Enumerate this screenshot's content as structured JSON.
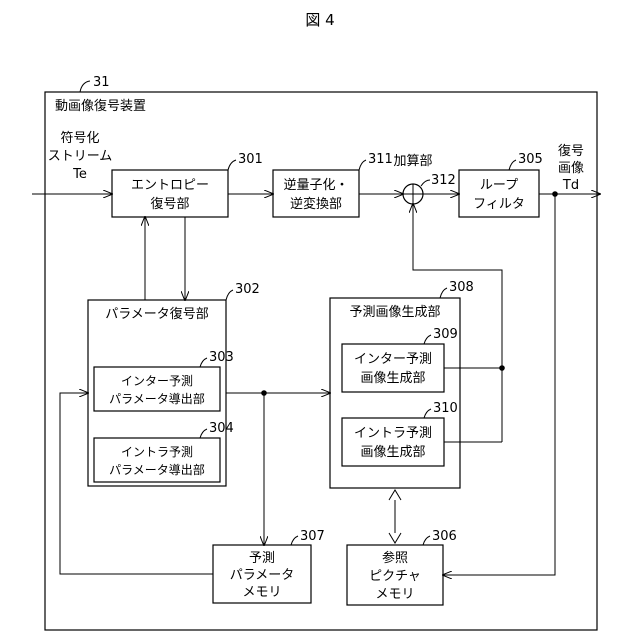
{
  "figure_title": "図 4",
  "device": {
    "ref": "31",
    "label": "動画像復号装置"
  },
  "input": {
    "lines": [
      "符号化",
      "ストリーム",
      "Te"
    ]
  },
  "output": {
    "lines": [
      "復号",
      "画像",
      "Td"
    ]
  },
  "adder": {
    "label": "加算部",
    "ref": "312"
  },
  "blocks": {
    "entropy": {
      "ref": "301",
      "lines": [
        "エントロピー",
        "復号部"
      ]
    },
    "dequant": {
      "ref": "311",
      "lines": [
        "逆量子化・",
        "逆変換部"
      ]
    },
    "loop_filter": {
      "ref": "305",
      "lines": [
        "ループ",
        "フィルタ"
      ]
    },
    "param_decoder": {
      "ref": "302",
      "lines": [
        "パラメータ復号部"
      ]
    },
    "inter_param": {
      "ref": "303",
      "lines": [
        "インター予測",
        "パラメータ導出部"
      ]
    },
    "intra_param": {
      "ref": "304",
      "lines": [
        "イントラ予測",
        "パラメータ導出部"
      ]
    },
    "pred_gen": {
      "ref": "308",
      "lines": [
        "予測画像生成部"
      ]
    },
    "inter_gen": {
      "ref": "309",
      "lines": [
        "インター予測",
        "画像生成部"
      ]
    },
    "intra_gen": {
      "ref": "310",
      "lines": [
        "イントラ予測",
        "画像生成部"
      ]
    },
    "pred_memory": {
      "ref": "307",
      "lines": [
        "予測",
        "パラメータ",
        "メモリ"
      ]
    },
    "ref_memory": {
      "ref": "306",
      "lines": [
        "参照",
        "ピクチャ",
        "メモリ"
      ]
    }
  }
}
